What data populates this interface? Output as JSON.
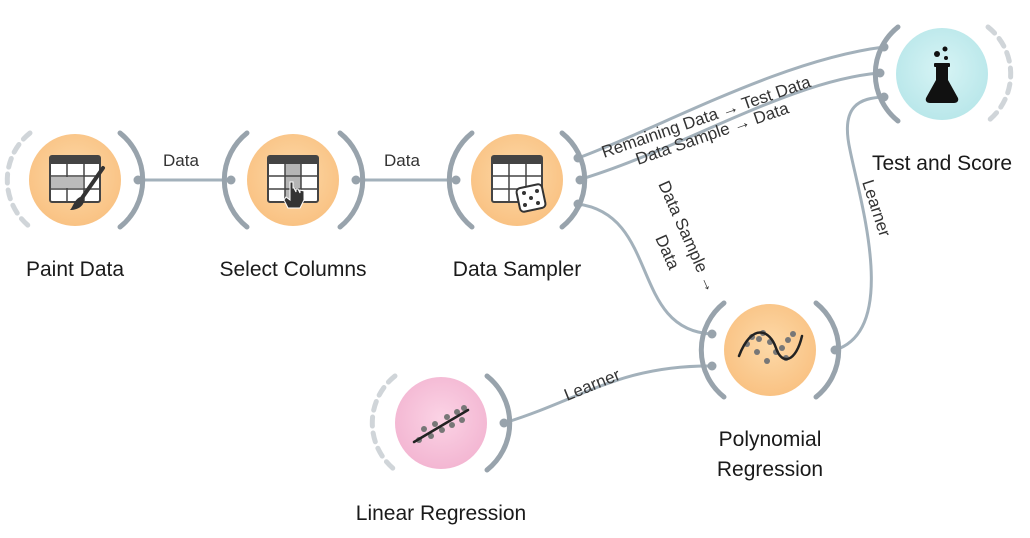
{
  "colors": {
    "link": "#a3b1bb",
    "bracket": "#98a3ac",
    "bracket_dashed": "#d0d5d9",
    "data_widget_fill": "#fbc98c",
    "model_widget_fill": "#f5bed8",
    "evaluate_widget_fill": "#c3ebee"
  },
  "nodes": {
    "paint_data": {
      "label": "Paint Data",
      "icon": "paint-brush-table-icon"
    },
    "select_columns": {
      "label": "Select Columns",
      "icon": "select-columns-pointer-icon"
    },
    "data_sampler": {
      "label": "Data Sampler",
      "icon": "dice-table-icon"
    },
    "test_and_score": {
      "label": "Test and Score",
      "icon": "flask-icon"
    },
    "polynomial_regression": {
      "label_line1": "Polynomial",
      "label_line2": "Regression",
      "icon": "polynomial-curve-icon"
    },
    "linear_regression": {
      "label": "Linear Regression",
      "icon": "linear-fit-icon"
    }
  },
  "links": {
    "paint_to_select": "Data",
    "select_to_sampler": "Data",
    "sampler_remaining_to_test": "Remaining Data → Test Data",
    "sampler_sample_to_test": "Data Sample → Data",
    "sampler_to_polynomial_line1": "Data Sample →",
    "sampler_to_polynomial_line2": "Data",
    "linear_to_polynomial": "Learner",
    "polynomial_to_test": "Learner"
  }
}
